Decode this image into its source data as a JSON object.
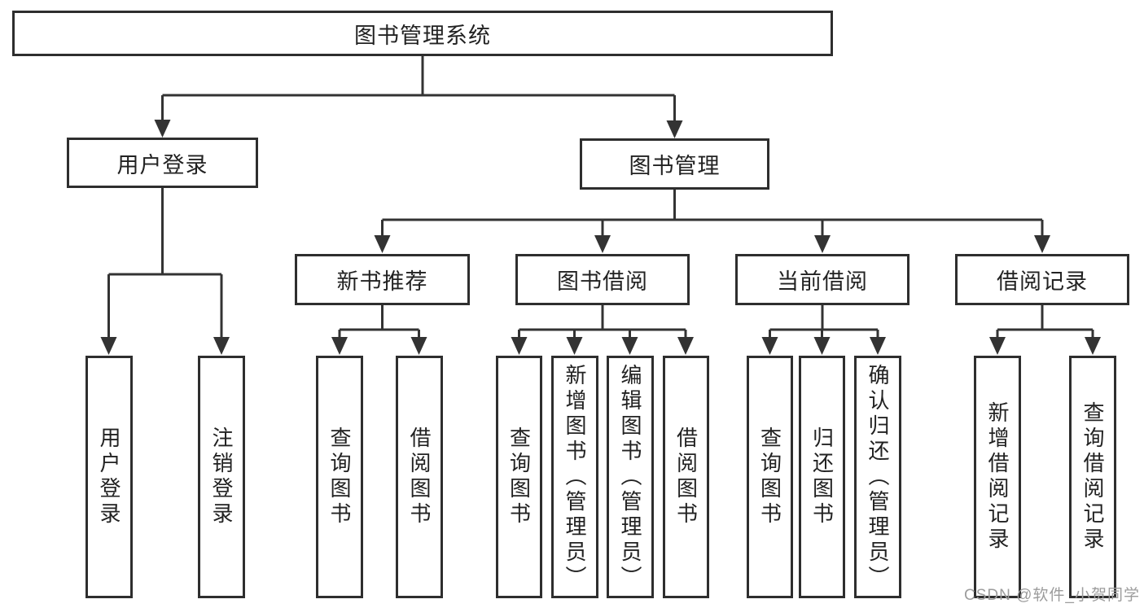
{
  "diagram": {
    "title": "图书管理系统",
    "colors": {
      "line": "#333333",
      "box_border": "#2e2e2e",
      "text": "#222222",
      "watermark": "#9c9c9c",
      "background": "#ffffff"
    },
    "nodes": {
      "root": "图书管理系统",
      "userLogin": "用户登录",
      "bookManagement": "图书管理",
      "newBookRecommend": "新书推荐",
      "bookBorrowing": "图书借阅",
      "currentBorrowing": "当前借阅",
      "borrowingRecords": "借阅记录",
      "leaves": [
        "用户登录",
        "注销登录",
        "查询图书",
        "借阅图书",
        "查询图书",
        "新增图书（管理员）",
        "编辑图书（管理员）",
        "借阅图书",
        "查询图书",
        "归还图书",
        "确认归还（管理员）",
        "新增借阅记录",
        "查询借阅记录"
      ]
    },
    "watermark": "CSDN @软件_小贺同学"
  }
}
